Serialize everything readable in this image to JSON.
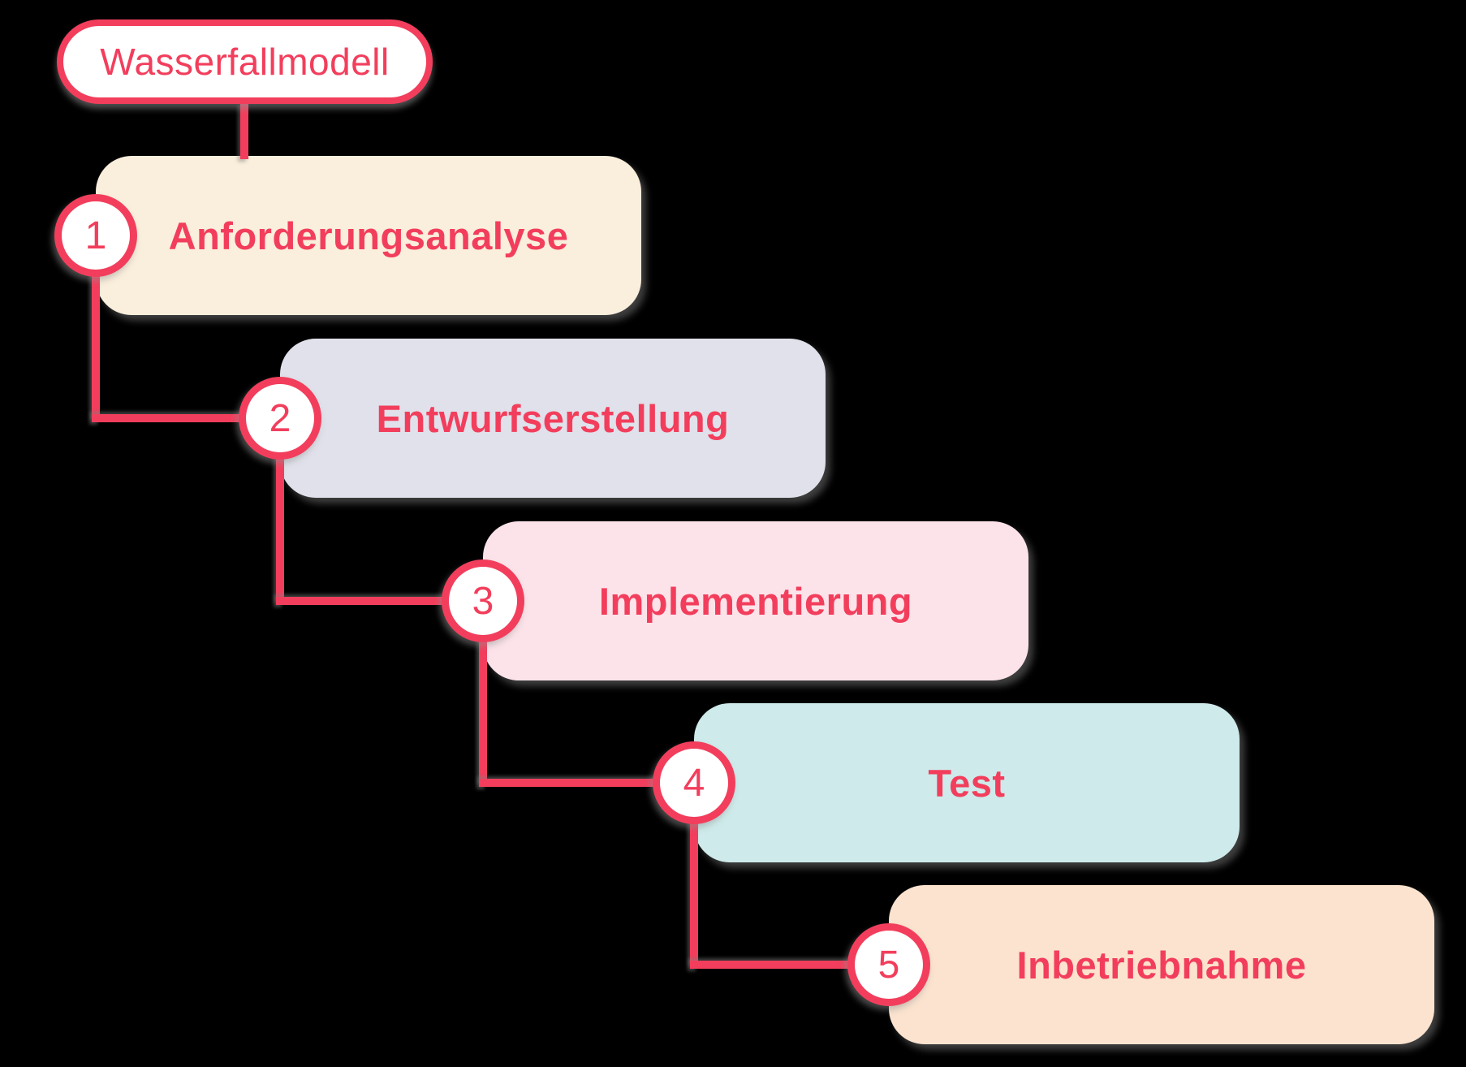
{
  "diagram": {
    "background": "#000000",
    "accent": "#f23e5c",
    "node_fill": "#ffffff",
    "title": {
      "label": "Wasserfallmodell"
    },
    "steps": [
      {
        "number": "1",
        "label": "Anforderungsanalyse",
        "bg": "#faeedc"
      },
      {
        "number": "2",
        "label": "Entwurfserstellung",
        "bg": "#e0e1ea"
      },
      {
        "number": "3",
        "label": "Implementierung",
        "bg": "#fce3e9"
      },
      {
        "number": "4",
        "label": "Test",
        "bg": "#ceeaea"
      },
      {
        "number": "5",
        "label": "Inbetriebnahme",
        "bg": "#fbe3cf"
      }
    ]
  }
}
